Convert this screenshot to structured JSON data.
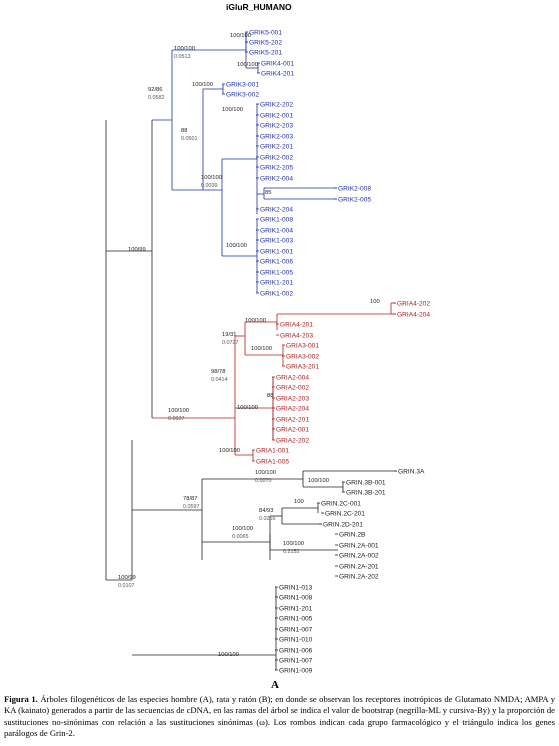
{
  "title": "iGluR_HUMANO",
  "panel_letter": "A",
  "caption": {
    "label": "Figura 1.",
    "text": "Árboles filogenéticos de las especies hombre (A), rata y ratón (B); en donde se observan los receptores inotrópicos de Glutamato NMDA; AMPA y KA (kainato) generados a partir de las secuencias de cDNA, en las ramas del árbol se indica el valor de bootstrap (negrilla-ML y cursiva-By) y la proporción de sustituciones no-sinónimas con relación a las sustituciones sinónimas (ω). Los rombos indican cada grupo farmacológico y el triángulo indica los genes parálogos de Grin-2."
  },
  "colors": {
    "kainate": "#1f2fa8",
    "ampa": "#b01c1c",
    "nmda": "#222222",
    "branch_blue": "#1f2fa8",
    "branch_red": "#b01c1c",
    "branch_black": "#222222"
  },
  "leaves": [
    {
      "label": "GRIK5-001",
      "group": "kainate"
    },
    {
      "label": "GRIK5-202",
      "group": "kainate"
    },
    {
      "label": "GRIK5-201",
      "group": "kainate"
    },
    {
      "label": "GRIK4-001",
      "group": "kainate"
    },
    {
      "label": "GRIK4-201",
      "group": "kainate"
    },
    {
      "label": "GRIK3-001",
      "group": "kainate"
    },
    {
      "label": "GRIK3-002",
      "group": "kainate"
    },
    {
      "label": "GRIK2-202",
      "group": "kainate"
    },
    {
      "label": "GRIK2-001",
      "group": "kainate"
    },
    {
      "label": "GRIK2-203",
      "group": "kainate"
    },
    {
      "label": "GRIK2-003",
      "group": "kainate"
    },
    {
      "label": "GRIK2-201",
      "group": "kainate"
    },
    {
      "label": "GRIK2-002",
      "group": "kainate"
    },
    {
      "label": "GRIK2-205",
      "group": "kainate"
    },
    {
      "label": "GRIK2-004",
      "group": "kainate"
    },
    {
      "label": "GRIK2-008",
      "group": "kainate"
    },
    {
      "label": "GRIK2-005",
      "group": "kainate"
    },
    {
      "label": "GRIK2-204",
      "group": "kainate"
    },
    {
      "label": "GRIK1-008",
      "group": "kainate"
    },
    {
      "label": "GRIK1-004",
      "group": "kainate"
    },
    {
      "label": "GRIK1-003",
      "group": "kainate"
    },
    {
      "label": "GRIK1-001",
      "group": "kainate"
    },
    {
      "label": "GRIK1-006",
      "group": "kainate"
    },
    {
      "label": "GRIK1-005",
      "group": "kainate"
    },
    {
      "label": "GRIK1-201",
      "group": "kainate"
    },
    {
      "label": "GRIK1-002",
      "group": "kainate"
    },
    {
      "label": "GRIA4-202",
      "group": "ampa"
    },
    {
      "label": "GRIA4-204",
      "group": "ampa"
    },
    {
      "label": "GRIA4-201",
      "group": "ampa"
    },
    {
      "label": "GRIA4-203",
      "group": "ampa"
    },
    {
      "label": "GRIA3-001",
      "group": "ampa"
    },
    {
      "label": "GRIA3-002",
      "group": "ampa"
    },
    {
      "label": "GRIA3-201",
      "group": "ampa"
    },
    {
      "label": "GRIA2-004",
      "group": "ampa"
    },
    {
      "label": "GRIA2-002",
      "group": "ampa"
    },
    {
      "label": "GRIA2-203",
      "group": "ampa"
    },
    {
      "label": "GRIA2-204",
      "group": "ampa"
    },
    {
      "label": "GRIA2-201",
      "group": "ampa"
    },
    {
      "label": "GRIA2-001",
      "group": "ampa"
    },
    {
      "label": "GRIA2-202",
      "group": "ampa"
    },
    {
      "label": "GRIA1-001",
      "group": "ampa"
    },
    {
      "label": "GRIA1-005",
      "group": "ampa"
    },
    {
      "label": "GRIN.3A",
      "group": "nmda"
    },
    {
      "label": "GRIN.3B-001",
      "group": "nmda"
    },
    {
      "label": "GRIN.3B-201",
      "group": "nmda"
    },
    {
      "label": "GRIN.2C-001",
      "group": "nmda"
    },
    {
      "label": "GRIN.2C-201",
      "group": "nmda"
    },
    {
      "label": "GRIN.2D-201",
      "group": "nmda"
    },
    {
      "label": "GRIN.2B",
      "group": "nmda"
    },
    {
      "label": "GRIN.2A-001",
      "group": "nmda"
    },
    {
      "label": "GRIN.2A-002",
      "group": "nmda"
    },
    {
      "label": "GRIN.2A-201",
      "group": "nmda"
    },
    {
      "label": "GRIN.2A-202",
      "group": "nmda"
    },
    {
      "label": "GRIN1-013",
      "group": "nmda"
    },
    {
      "label": "GRIN1-008",
      "group": "nmda"
    },
    {
      "label": "GRIN1-201",
      "group": "nmda"
    },
    {
      "label": "GRIN1-005",
      "group": "nmda"
    },
    {
      "label": "GRIN1-007",
      "group": "nmda"
    },
    {
      "label": "GRIN1-010",
      "group": "nmda"
    },
    {
      "label": "GRIN1-006",
      "group": "nmda"
    },
    {
      "label": "GRIN1-007",
      "group": "nmda"
    },
    {
      "label": "GRIN1-009",
      "group": "nmda"
    }
  ],
  "node_labels": [
    {
      "support": "100/100",
      "omega": "0.0513"
    },
    {
      "support": "100/100",
      "omega": ""
    },
    {
      "support": "100/100",
      "omega": ""
    },
    {
      "support": "92/86",
      "omega": "0.0582"
    },
    {
      "support": "100/100",
      "omega": ""
    },
    {
      "support": "88",
      "omega": "0.0501"
    },
    {
      "support": "100/100",
      "omega": ""
    },
    {
      "support": "100/100",
      "omega": "0.0039"
    },
    {
      "support": "85",
      "omega": ""
    },
    {
      "support": "100/100",
      "omega": ""
    },
    {
      "support": "100/99",
      "omega": ""
    },
    {
      "support": "100",
      "omega": ""
    },
    {
      "support": "100/100",
      "omega": ""
    },
    {
      "support": "19/31",
      "omega": "0.0727"
    },
    {
      "support": "100/100",
      "omega": ""
    },
    {
      "support": "98/78",
      "omega": "0.0414"
    },
    {
      "support": "88",
      "omega": ""
    },
    {
      "support": "100/100",
      "omega": ""
    },
    {
      "support": "100/100",
      "omega": "0.0037"
    },
    {
      "support": "100/100",
      "omega": ""
    },
    {
      "support": "100/100",
      "omega": "0.0070"
    },
    {
      "support": "100/100",
      "omega": ""
    },
    {
      "support": "78/87",
      "omega": "0.0597"
    },
    {
      "support": "100",
      "omega": ""
    },
    {
      "support": "84/93",
      "omega": "0.0255"
    },
    {
      "support": "100/100",
      "omega": "0.0065"
    },
    {
      "support": "100/100",
      "omega": "0.2152"
    },
    {
      "support": "100/99",
      "omega": "0.0107"
    },
    {
      "support": "100/100",
      "omega": ""
    }
  ]
}
